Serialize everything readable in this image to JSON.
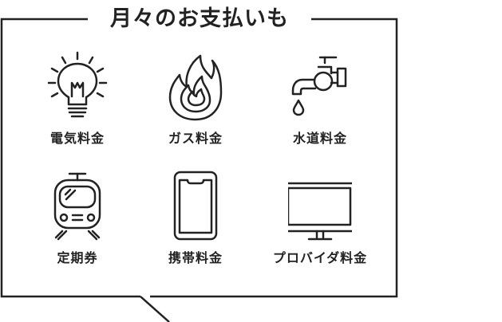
{
  "title": "月々のお支払いも",
  "items": [
    {
      "label": "電気料金",
      "icon": "light-bulb-icon"
    },
    {
      "label": "ガス料金",
      "icon": "flame-icon"
    },
    {
      "label": "水道料金",
      "icon": "faucet-icon"
    },
    {
      "label": "定期券",
      "icon": "train-icon"
    },
    {
      "label": "携帯料金",
      "icon": "smartphone-icon"
    },
    {
      "label": "プロバイダ料金",
      "icon": "monitor-icon"
    }
  ],
  "colors": {
    "line": "#222222",
    "background": "#ffffff"
  }
}
